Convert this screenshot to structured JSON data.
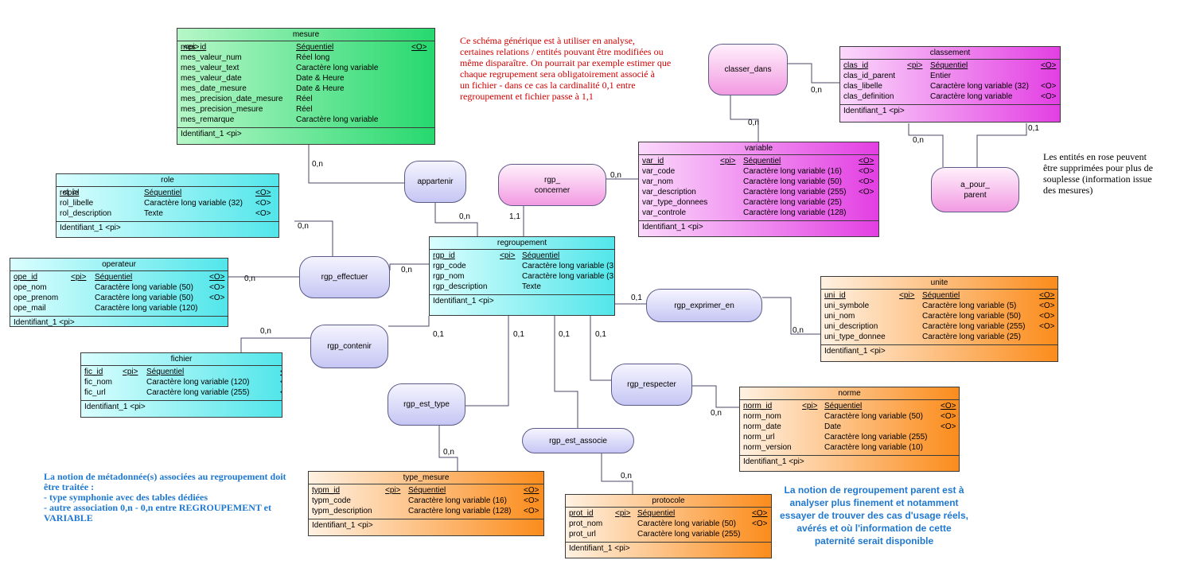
{
  "entities": {
    "mesure": {
      "title": "mesure",
      "rows": [
        [
          "mes_id",
          "<pi>",
          "Séquentiel",
          "<O>"
        ],
        [
          "mes_valeur_num",
          "",
          "Réel long",
          ""
        ],
        [
          "mes_valeur_text",
          "",
          "Caractère long variable",
          ""
        ],
        [
          "mes_valeur_date",
          "",
          "Date & Heure",
          ""
        ],
        [
          "mes_date_mesure",
          "",
          "Date & Heure",
          ""
        ],
        [
          "mes_precision_date_mesure",
          "",
          "Réel",
          ""
        ],
        [
          "mes_precision_mesure",
          "",
          "Réel",
          ""
        ],
        [
          "mes_remarque",
          "",
          "Caractère long variable",
          ""
        ]
      ],
      "identifier": "Identifiant_1   <pi>"
    },
    "role": {
      "title": "role",
      "rows": [
        [
          "rol_id",
          "<pi>",
          "Séquentiel",
          "<O>"
        ],
        [
          "rol_libelle",
          "",
          "Caractère long variable (32)",
          "<O>"
        ],
        [
          "rol_description",
          "",
          "Texte",
          "<O>"
        ]
      ],
      "identifier": "Identifiant_1   <pi>"
    },
    "operateur": {
      "title": "operateur",
      "rows": [
        [
          "ope_id",
          "<pi>",
          "Séquentiel",
          "<O>"
        ],
        [
          "ope_nom",
          "",
          "Caractère long variable (50)",
          "<O>"
        ],
        [
          "ope_prenom",
          "",
          "Caractère long variable (50)",
          "<O>"
        ],
        [
          "ope_mail",
          "",
          "Caractère long variable (120)",
          ""
        ]
      ],
      "identifier": "Identifiant_1   <pi>"
    },
    "fichier": {
      "title": "fichier",
      "rows": [
        [
          "fic_id",
          "<pi>",
          "Séquentiel",
          "<O>"
        ],
        [
          "fic_nom",
          "",
          "Caractère long variable (120)",
          "<O>"
        ],
        [
          "fic_url",
          "",
          "Caractère long variable (255)",
          "<O>"
        ]
      ],
      "identifier": "Identifiant_1   <pi>"
    },
    "regroupement": {
      "title": "regroupement",
      "rows": [
        [
          "rgp_id",
          "<pi>",
          "Séquentiel",
          ""
        ],
        [
          "rgp_code",
          "",
          "Caractère long variable (3",
          ""
        ],
        [
          "rgp_nom",
          "",
          "Caractère long variable (3",
          ""
        ],
        [
          "rgp_description",
          "",
          "Texte",
          ""
        ]
      ],
      "identifier": "Identifiant_1   <pi>"
    },
    "variable": {
      "title": "variable",
      "rows": [
        [
          "var_id",
          "<pi>",
          "Séquentiel",
          "<O>"
        ],
        [
          "var_code",
          "",
          "Caractère long variable (16)",
          "<O>"
        ],
        [
          "var_nom",
          "",
          "Caractère long variable (50)",
          "<O>"
        ],
        [
          "var_description",
          "",
          "Caractère long variable (255)",
          "<O>"
        ],
        [
          "var_type_donnees",
          "",
          "Caractère long variable (25)",
          ""
        ],
        [
          "var_controle",
          "",
          "Caractère long variable (128)",
          ""
        ]
      ],
      "identifier": "Identifiant_1   <pi>"
    },
    "classement": {
      "title": "classement",
      "rows": [
        [
          "clas_id",
          "<pi>",
          "Séquentiel",
          "<O>"
        ],
        [
          "clas_id_parent",
          "",
          "Entier",
          ""
        ],
        [
          "clas_libelle",
          "",
          "Caractère long variable (32)",
          "<O>"
        ],
        [
          "clas_definition",
          "",
          "Caractère long variable",
          "<O>"
        ]
      ],
      "identifier": "Identifiant_1   <pi>"
    },
    "unite": {
      "title": "unite",
      "rows": [
        [
          "uni_id",
          "<pi>",
          "Séquentiel",
          "<O>"
        ],
        [
          "uni_symbole",
          "",
          "Caractère long variable (5)",
          "<O>"
        ],
        [
          "uni_nom",
          "",
          "Caractère long variable (50)",
          "<O>"
        ],
        [
          "uni_description",
          "",
          "Caractère long variable (255)",
          "<O>"
        ],
        [
          "uni_type_donnee",
          "",
          "Caractère long variable (25)",
          ""
        ]
      ],
      "identifier": "Identifiant_1   <pi>"
    },
    "norme": {
      "title": "norme",
      "rows": [
        [
          "norm_id",
          "<pi>",
          "Séquentiel",
          "<O>"
        ],
        [
          "norm_nom",
          "",
          "Caractère long variable (50)",
          "<O>"
        ],
        [
          "norm_date",
          "",
          "Date",
          "<O>"
        ],
        [
          "norm_url",
          "",
          "Caractère long variable (255)",
          ""
        ],
        [
          "norm_version",
          "",
          "Caractère long variable (10)",
          ""
        ]
      ],
      "identifier": "Identifiant_1   <pi>"
    },
    "type_mesure": {
      "title": "type_mesure",
      "rows": [
        [
          "typm_id",
          "<pi>",
          "Séquentiel",
          "<O>"
        ],
        [
          "typm_code",
          "",
          "Caractère long variable (16)",
          "<O>"
        ],
        [
          "typm_description",
          "",
          "Caractère long variable (128)",
          "<O>"
        ]
      ],
      "identifier": "Identifiant_1   <pi>"
    },
    "protocole": {
      "title": "protocole",
      "rows": [
        [
          "prot_id",
          "<pi>",
          "Séquentiel",
          "<O>"
        ],
        [
          "prot_nom",
          "",
          "Caractère long variable (50)",
          "<O>"
        ],
        [
          "prot_url",
          "",
          "Caractère long variable (255)",
          ""
        ]
      ],
      "identifier": "Identifiant_1   <pi>"
    }
  },
  "associations": {
    "appartenir": "appartenir",
    "rgp_concerner_line1": "rgp_",
    "rgp_concerner_line2": "concerner",
    "classer_dans": "classer_dans",
    "a_pour_parent_line1": "a_pour_",
    "a_pour_parent_line2": "parent",
    "rgp_effectuer": "rgp_effectuer",
    "rgp_contenir": "rgp_contenir",
    "rgp_exprimer_en": "rgp_exprimer_en",
    "rgp_respecter": "rgp_respecter",
    "rgp_est_type": "rgp_est_type",
    "rgp_est_associe": "rgp_est_associe"
  },
  "cardinalities": {
    "mesure_appartenir": "0,n",
    "appartenir_regroupement": "0,n",
    "concerner_regroupement": "1,1",
    "concerner_variable": "0,n",
    "classer_variable": "0,n",
    "classer_classement": "0,n",
    "classement_parent_left": "0,n",
    "classement_parent_right": "0,1",
    "role_effectuer": "0,n",
    "operateur_effectuer": "0,n",
    "effectuer_regroupement": "0,n",
    "fichier_contenir": "0,n",
    "contenir_regroupement": "0,1",
    "regroupement_exprimer": "0,1",
    "exprimer_unite": "0,n",
    "regroupement_est_type": "0,1",
    "regroupement_est_associe": "0,1",
    "regroupement_respecter": "0,1",
    "respecter_norme": "0,n",
    "est_type_type_mesure": "0,n",
    "est_associe_protocole": "0,n"
  },
  "notes": {
    "red": [
      "Ce schéma générique est à utiliser en analyse,",
      "certaines relations / entités pouvant être modifiées ou",
      "même disparaître. On pourrait par exemple estimer que",
      "chaque regrupement  sera obligatoirement associé à",
      "un fichier - dans ce cas  la cardinalité 0,1 entre",
      "regroupement et fichier passe à 1,1"
    ],
    "black": [
      "Les entités en rose peuvent",
      "être supprimées pour plus de",
      "souplesse (information issue",
      "des mesures)"
    ],
    "blue_left": [
      "La notion de métadonnée(s) associées au regroupement doit",
      "être traitée :",
      "   - type symphonie avec des tables dédiées",
      "   - autre association 0,n - 0,n entre REGROUPEMENT et",
      "VARIABLE"
    ],
    "blue_right": [
      "La notion de regroupement parent est à",
      "analyser plus finement et notamment",
      "essayer de trouver des cas d'usage réels,",
      "avérés et où l'information de cette",
      "paternité serait disponible"
    ]
  },
  "colors": {
    "green": "#27d86e",
    "cyan": "#52e6ea",
    "pink": "#e33fe3",
    "orange": "#fb8c1c",
    "note_red": "#d40000",
    "note_blue": "#1f78d0"
  }
}
